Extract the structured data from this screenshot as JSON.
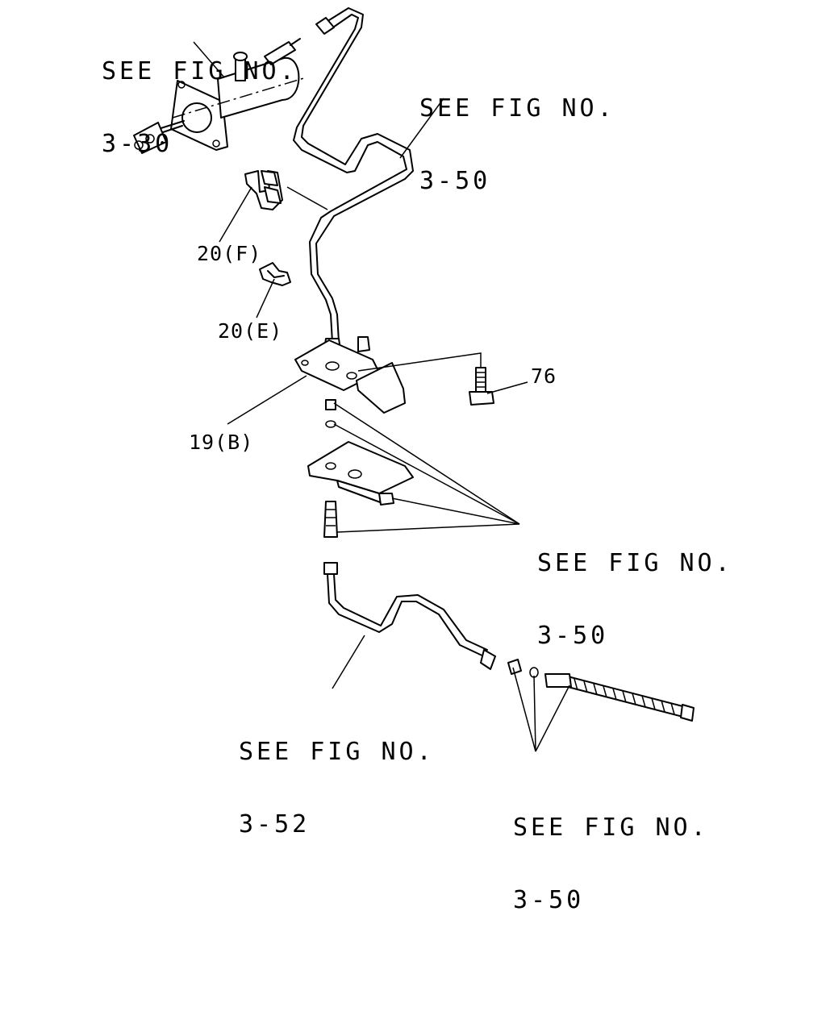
{
  "labels": {
    "ref_fig_3_30": [
      "SEE FIG NO.",
      "3-30"
    ],
    "ref_fig_3_50_top": [
      "SEE FIG NO.",
      "3-50"
    ],
    "ref_fig_3_50_mid": [
      "SEE FIG NO.",
      "3-50"
    ],
    "ref_fig_3_52": [
      "SEE FIG NO.",
      "3-52"
    ],
    "ref_fig_3_50_bottom": [
      "SEE FIG NO.",
      "3-50"
    ]
  },
  "callouts": {
    "part_20F": "20(F)",
    "part_20E": "20(E)",
    "part_76": "76",
    "part_19B": "19(B)"
  }
}
